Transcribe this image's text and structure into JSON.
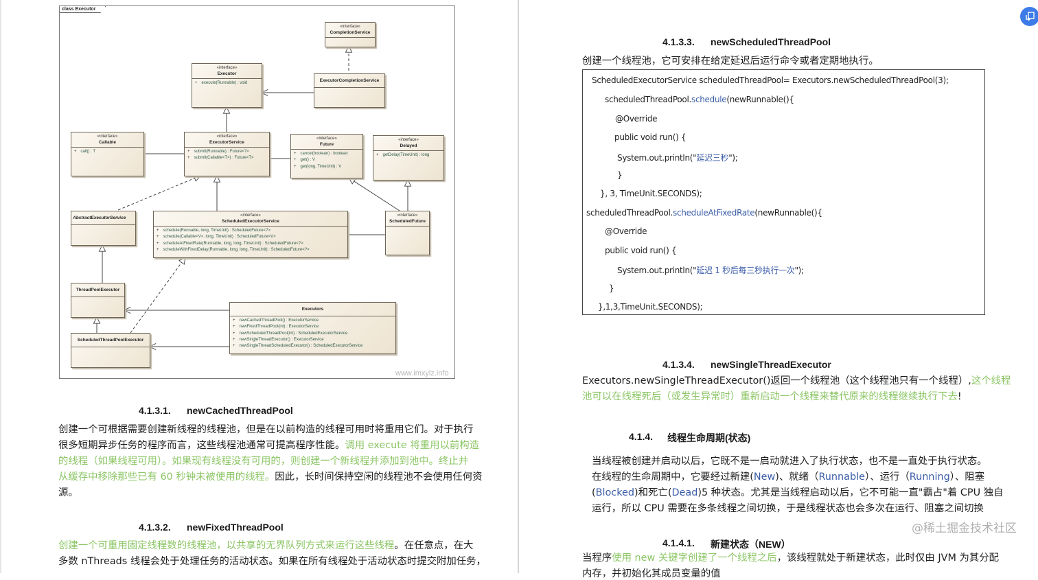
{
  "diagram": {
    "frame_label": "class Executor",
    "watermark": "www.imxylz.info",
    "classes": [
      {
        "stereotype": "«interface»",
        "name": "CompletionService",
        "members": []
      },
      {
        "stereotype": "«interface»",
        "name": "Executor",
        "members": [
          "execute(Runnable) : void"
        ]
      },
      {
        "stereotype": "",
        "name": "ExecutorCompletionService",
        "members": []
      },
      {
        "stereotype": "«interface»",
        "name": "Callable",
        "members": [
          "call() : T"
        ]
      },
      {
        "stereotype": "«interface»",
        "name": "ExecutorService",
        "members": [
          "submit(Runnable) : Future<?>",
          "submit(Callable<T>) : Future<T>"
        ]
      },
      {
        "stereotype": "«interface»",
        "name": "Future",
        "members": [
          "cancel(boolean) : boolean",
          "get() : V",
          "get(long, TimeUnit) : V"
        ]
      },
      {
        "stereotype": "«interface»",
        "name": "Delayed",
        "members": [
          "getDelay(TimeUnit) : long"
        ]
      },
      {
        "stereotype": "",
        "name": "AbstractExecutorService",
        "members": [],
        "abstract": true
      },
      {
        "stereotype": "«interface»",
        "name": "ScheduledExecutorService",
        "members": [
          "schedule(Runnable, long, TimeUnit) : ScheduledFuture<?>",
          "schedule(Callable<V>, long, TimeUnit) : ScheduledFuture<V>",
          "scheduleAtFixedRate(Runnable, long, long, TimeUnit) : ScheduledFuture<?>",
          "scheduleWithFixedDelay(Runnable, long, long, TimeUnit) : ScheduledFuture<?>"
        ]
      },
      {
        "stereotype": "«interface»",
        "name": "ScheduledFuture",
        "members": []
      },
      {
        "stereotype": "",
        "name": "ThreadPoolExecutor",
        "members": []
      },
      {
        "stereotype": "",
        "name": "ScheduledThreadPoolExecutor",
        "members": []
      },
      {
        "stereotype": "",
        "name": "Executors",
        "members": [
          "newCachedThreadPool() : ExecutorService",
          "newFixedThreadPool(int) : ExecutorService",
          "newScheduledThreadPool(int) : ScheduledExecutorService",
          "newSingleThreadExecutor() : ExecutorService",
          "newSingleThreadScheduledExecutor() : ScheduledExecutorService"
        ]
      }
    ],
    "member_prefix": "+"
  },
  "left_page": {
    "sections": [
      {
        "number": "4.1.3.1.",
        "title": "newCachedThreadPool",
        "lines": [
          [
            {
              "t": "创建一个可根据需要创建新线程的线程池，但是在以前构造的线程可用时将重用它们。对于执行",
              "c": "k"
            }
          ],
          [
            {
              "t": "很多短期异步任务的程序而言，这些线程池通常可提高程序性能。",
              "c": "k"
            },
            {
              "t": "调用 execute 将重用以前构造",
              "c": "g"
            }
          ],
          [
            {
              "t": "的线程（如果线程可用）。如果现有线程没有可用的，则创建一个新线程并添加到池中。终止并",
              "c": "g"
            }
          ],
          [
            {
              "t": "从缓存中移除那些已有 60 秒钟未被使用的线程。",
              "c": "g"
            },
            {
              "t": "因此，长时间保持空闲的线程池不会使用任何资",
              "c": "k"
            }
          ],
          [
            {
              "t": "源。",
              "c": "k"
            }
          ]
        ]
      },
      {
        "number": "4.1.3.2.",
        "title": "newFixedThreadPool",
        "lines": [
          [
            {
              "t": "创建一个可重用固定线程数的线程池，以共享的无界队列方式来运行这些线程",
              "c": "g"
            },
            {
              "t": "。在任意点，在大",
              "c": "k"
            }
          ],
          [
            {
              "t": "多数 nThreads 线程会处于处理任务的活动状态。如果在所有线程处于活动状态时提交附加任务，",
              "c": "k"
            }
          ]
        ]
      }
    ]
  },
  "right_page": {
    "sections": [
      {
        "number": "4.1.3.3.",
        "title": "newScheduledThreadPool",
        "lines": [
          [
            {
              "t": "创建一个线程池，它可安排在给定延迟后运行命令或者定期地执行。",
              "c": "k"
            }
          ]
        ]
      },
      {
        "number": "4.1.3.4.",
        "title": "newSingleThreadExecutor",
        "lines": [
          [
            {
              "t": "Executors.newSingleThreadExecutor()返回一个线程池（这个线程池只有一个线程）,",
              "c": "k"
            },
            {
              "t": "这个线程",
              "c": "g"
            }
          ],
          [
            {
              "t": "池可以在线程死后（或发生异常时）重新启动一个线程来替代原来的线程继续执行下去",
              "c": "g"
            },
            {
              "t": "!",
              "c": "k"
            }
          ]
        ]
      },
      {
        "number": "4.1.4.",
        "title": "线程生命周期(状态)",
        "lines": [
          [
            {
              "t": "当线程被创建并启动以后，它既不是一启动就进入了执行状态，也不是一直处于执行状态。",
              "c": "k"
            }
          ],
          [
            {
              "t": "在线程的生命周期中，它要经过新建(",
              "c": "k"
            },
            {
              "t": "New",
              "c": "b"
            },
            {
              "t": ")、就绪（",
              "c": "k"
            },
            {
              "t": "Runnable",
              "c": "b"
            },
            {
              "t": "）、运行（",
              "c": "k"
            },
            {
              "t": "Running",
              "c": "b"
            },
            {
              "t": "）、阻塞",
              "c": "k"
            }
          ],
          [
            {
              "t": "(",
              "c": "k"
            },
            {
              "t": "Blocked",
              "c": "b"
            },
            {
              "t": ")和死亡(",
              "c": "k"
            },
            {
              "t": "Dead",
              "c": "b"
            },
            {
              "t": ")5 种状态。尤其是当线程启动以后，它不可能一直\"霸占\"着 CPU 独自",
              "c": "k"
            }
          ],
          [
            {
              "t": "运行，所以 CPU 需要在多条线程之间切换，于是线程状态也会多次在运行、阻塞之间切换",
              "c": "k"
            }
          ]
        ]
      },
      {
        "number": "4.1.4.1.",
        "title": "新建状态（NEW）",
        "lines": [
          [
            {
              "t": "当程序",
              "c": "k"
            },
            {
              "t": "使用 new 关键字创建了一个线程之后",
              "c": "g"
            },
            {
              "t": "，该线程就处于新建状态，此时仅由 JVM 为其分配",
              "c": "k"
            }
          ],
          [
            {
              "t": "内存，并初始化其成员变量的值",
              "c": "k"
            }
          ]
        ]
      }
    ],
    "code": [
      [
        {
          "t": "ScheduledExecutorService scheduledThreadPool= Executors.newScheduledThreadPool(3);",
          "c": "k"
        }
      ],
      [
        {
          "t": "scheduledThreadPool.",
          "c": "k"
        },
        {
          "t": "schedule",
          "c": "b"
        },
        {
          "t": "(newRunnable(){",
          "c": "k"
        }
      ],
      [
        {
          "t": "@Override",
          "c": "k"
        }
      ],
      [
        {
          "t": "public void run() {",
          "c": "k"
        }
      ],
      [
        {
          "t": "System.out.println(\"",
          "c": "k"
        },
        {
          "t": "延迟三秒",
          "c": "b"
        },
        {
          "t": "\");",
          "c": "k"
        }
      ],
      [
        {
          "t": "}",
          "c": "k"
        }
      ],
      [
        {
          "t": "}, 3, TimeUnit.SECONDS);",
          "c": "k"
        }
      ],
      [
        {
          "t": "scheduledThreadPool.",
          "c": "k"
        },
        {
          "t": "scheduleAtFixedRate",
          "c": "b"
        },
        {
          "t": "(newRunnable(){",
          "c": "k"
        }
      ],
      [
        {
          "t": "@Override",
          "c": "k"
        }
      ],
      [
        {
          "t": "public void run() {",
          "c": "k"
        }
      ],
      [
        {
          "t": "System.out.println(\"",
          "c": "k"
        },
        {
          "t": "延迟 1 秒后每三秒执行一次",
          "c": "b"
        },
        {
          "t": "\");",
          "c": "k"
        }
      ],
      [
        {
          "t": "}",
          "c": "k"
        }
      ],
      [
        {
          "t": "},1,3,TimeUnit.SECONDS);",
          "c": "k"
        }
      ]
    ]
  },
  "watermark": "@稀土掘金技术社区",
  "floating_button": {
    "icon": "translate-document-icon"
  },
  "colors": {
    "highlight_green": "#8cc665",
    "code_blue": "#3a5ca8",
    "uml_fill": "#f3ecdf"
  }
}
